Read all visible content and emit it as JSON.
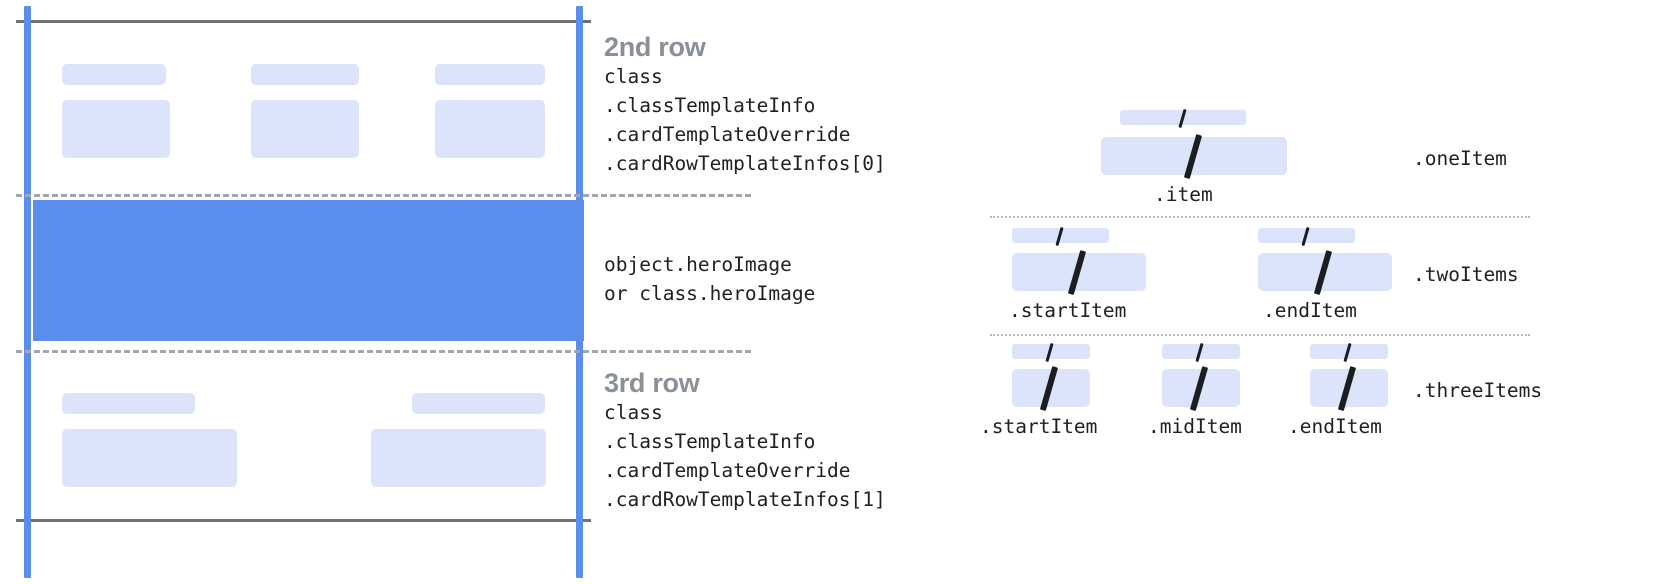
{
  "diagram": {
    "title_hidden": "",
    "colors": {
      "accent_blue": "#5b8def",
      "block_fill": "#dbe4fb",
      "rule_gray": "#6f7377",
      "dash_gray": "#a2a7ac",
      "heading_gray": "#8a9097",
      "text_dark": "#202124"
    }
  },
  "card": {
    "rows": [
      {
        "heading": "2nd row",
        "code": [
          "class",
          ".classTemplateInfo",
          ".cardTemplateOverride",
          ".cardRowTemplateInfos[0]"
        ],
        "blocks": [
          {
            "label": "row2-col1-title"
          },
          {
            "label": "row2-col1-body"
          },
          {
            "label": "row2-col2-title"
          },
          {
            "label": "row2-col2-body"
          },
          {
            "label": "row2-col3-title"
          },
          {
            "label": "row2-col3-body"
          }
        ]
      },
      {
        "heading": "",
        "code": [
          "object.heroImage",
          "or class.heroImage"
        ],
        "blocks": [
          {
            "label": "hero-image-band"
          }
        ]
      },
      {
        "heading": "3rd row",
        "code": [
          "class",
          ".classTemplateInfo",
          ".cardTemplateOverride",
          ".cardRowTemplateInfos[1]"
        ],
        "blocks": [
          {
            "label": "row3-col1-title"
          },
          {
            "label": "row3-col1-body"
          },
          {
            "label": "row3-col2-title"
          },
          {
            "label": "row3-col2-body"
          }
        ]
      }
    ]
  },
  "item_layouts": [
    {
      "name": ".oneItem",
      "slots": [
        {
          "caption": ".item"
        }
      ]
    },
    {
      "name": ".twoItems",
      "slots": [
        {
          "caption": ".startItem"
        },
        {
          "caption": ".endItem"
        }
      ]
    },
    {
      "name": ".threeItems",
      "slots": [
        {
          "caption": ".startItem"
        },
        {
          "caption": ".midItem"
        },
        {
          "caption": ".endItem"
        }
      ]
    }
  ]
}
